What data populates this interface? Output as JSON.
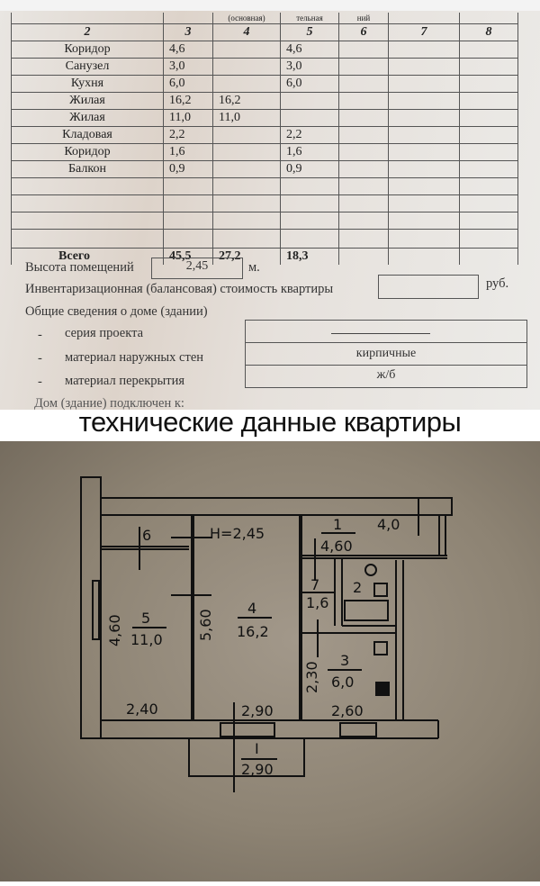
{
  "table": {
    "header_fragments": [
      "(основная)",
      "тельная",
      "ний"
    ],
    "column_numbers": [
      "2",
      "3",
      "4",
      "5",
      "6",
      "7",
      "8"
    ],
    "rows": [
      {
        "room": "Коридор",
        "total": "4,6",
        "main": "",
        "aux": "4,6"
      },
      {
        "room": "Санузел",
        "total": "3,0",
        "main": "",
        "aux": "3,0"
      },
      {
        "room": "Кухня",
        "total": "6,0",
        "main": "",
        "aux": "6,0"
      },
      {
        "room": "Жилая",
        "total": "16,2",
        "main": "16,2",
        "aux": ""
      },
      {
        "room": "Жилая",
        "total": "11,0",
        "main": "11,0",
        "aux": ""
      },
      {
        "room": "Кладовая",
        "total": "2,2",
        "main": "",
        "aux": "2,2"
      },
      {
        "room": "Коридор",
        "total": "1,6",
        "main": "",
        "aux": "1,6"
      },
      {
        "room": "Балкон",
        "total": "0,9",
        "main": "",
        "aux": "0,9"
      }
    ],
    "total": {
      "label": "Всего",
      "total": "45,5",
      "main": "27,2",
      "aux": "18,3"
    }
  },
  "info": {
    "height_label": "Высота помещений",
    "height_value": "2,45",
    "height_unit": "м.",
    "cost_label": "Инвентаризационная (балансовая) стоимость квартиры",
    "cost_value": "",
    "cost_unit": "руб.",
    "house_label": "Общие сведения о доме (здании)",
    "series_label": "серия проекта",
    "series_value": "",
    "walls_label": "материал наружных стен",
    "walls_value": "кирпичные",
    "floor_label": "материал перекрытия",
    "floor_value": "ж/б",
    "connected_label": "Дом (здание) подключен к:",
    "dash": "-"
  },
  "caption": "технические  данные квартиры",
  "plan": {
    "ceiling": "H=2,45",
    "rooms": [
      {
        "num": "1",
        "area": "4,60"
      },
      {
        "num": "2",
        "area": ""
      },
      {
        "num": "3",
        "area": "6,0"
      },
      {
        "num": "4",
        "area": "16,2"
      },
      {
        "num": "5",
        "area": "11,0"
      },
      {
        "num": "6",
        "area": ""
      },
      {
        "num": "7",
        "area": "1,6"
      }
    ],
    "balcony": {
      "num": "I",
      "area": "2,90"
    },
    "dims": {
      "room5_width": "2,40",
      "room5_len": "4,60",
      "room4_len": "5,60",
      "room4_width": "2,90",
      "kitchen_width": "2,60",
      "kitchen_len": "2,30",
      "corridor_len": "4,0"
    }
  }
}
